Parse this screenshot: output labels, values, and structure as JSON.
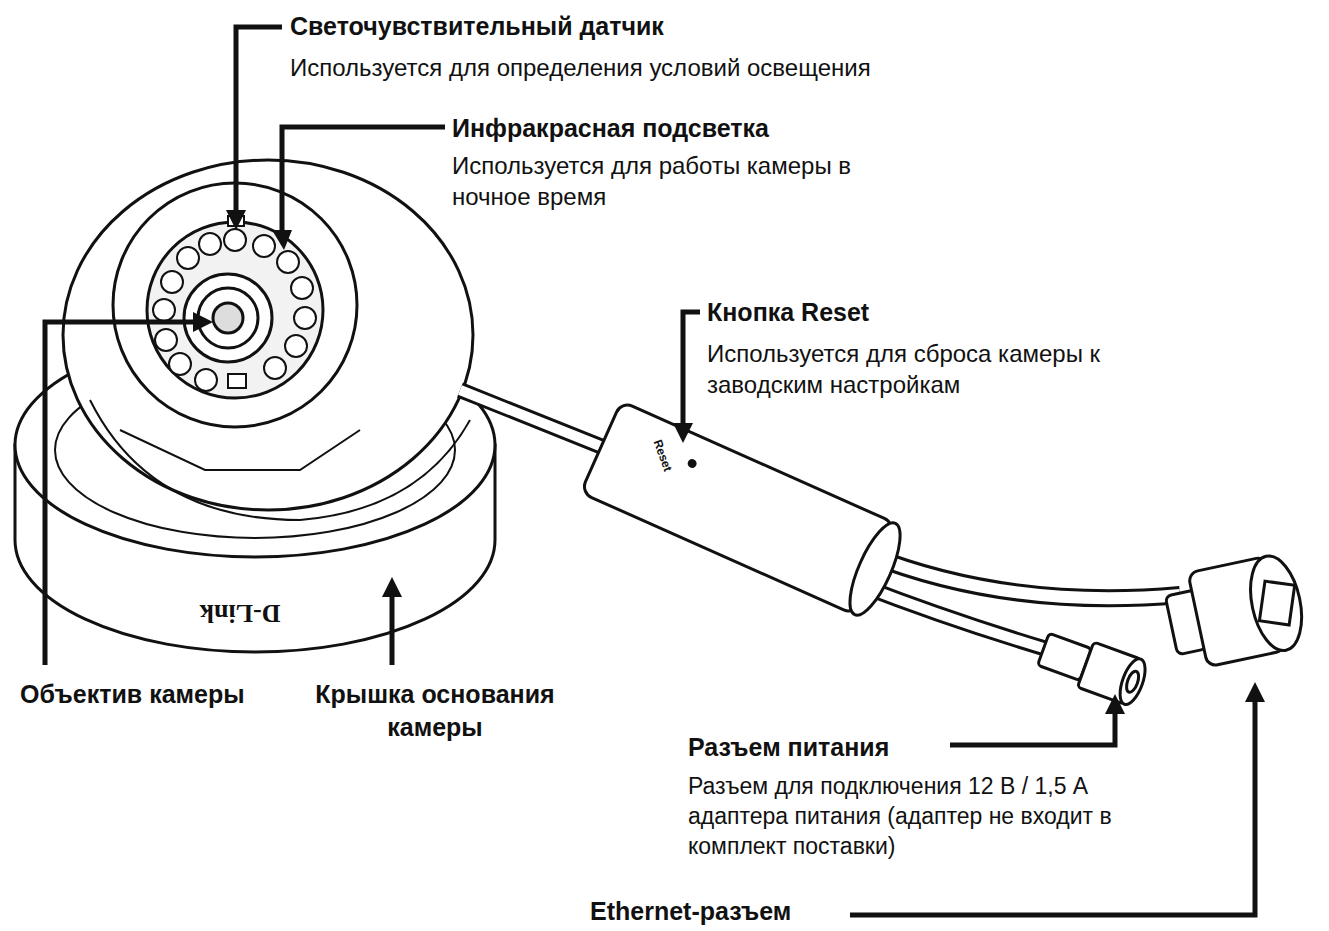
{
  "diagram": {
    "labels": [
      "Светочувствительный датчик",
      "Используется для определения условий освещения",
      "Инфракрасная подсветка",
      "Используется для работы камеры в ночное время",
      "Кнопка Reset",
      "Используется для сброса камеры к заводским настройкам",
      "Объектив камеры",
      "Крышка основания камеры",
      "Разъем питания",
      "Разъем для подключения 12 В / 1,5 А адаптера питания (адаптер не входит в комплект поставки)",
      "Ethernet-разъем",
      "D-Link",
      "Reset"
    ]
  }
}
